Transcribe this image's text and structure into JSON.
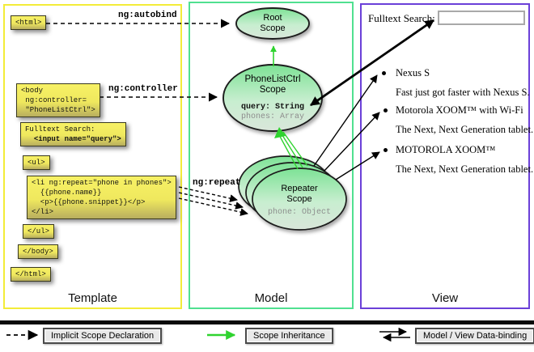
{
  "columns": {
    "template": "Template",
    "model": "Model",
    "view": "View"
  },
  "edges": {
    "autobind": "ng:autobind",
    "controller": "ng:controller",
    "repeat": "ng:repeat"
  },
  "code": {
    "html_open": "<html>",
    "body_open": "<body\n ng:controller=\n \"PhoneListCtrl\">",
    "fulltext_label": "Fulltext Search:",
    "fulltext_input": "<input name=\"query\">",
    "ul_open": "<ul>",
    "li_repeat": "<li ng:repeat=\"phone in phones\">\n  {{phone.name}}\n  <p>{{phone.snippet}}</p>\n</li>",
    "ul_close": "</ul>",
    "body_close": "</body>",
    "html_close": "</html>"
  },
  "scopes": {
    "root": {
      "title": "Root\nScope"
    },
    "phonelist": {
      "title": "PhoneListCtrl\nScope",
      "prop_query": "query: String",
      "prop_phones": "phones: Array"
    },
    "repeater": {
      "title": "Repeater\nScope",
      "prop_phone": "phone: Object"
    }
  },
  "view": {
    "search_label": "Fulltext Search:",
    "search_value": "",
    "items": [
      {
        "title": "Nexus S",
        "desc": "Fast just got faster with Nexus S."
      },
      {
        "title": "Motorola XOOM™ with Wi-Fi",
        "desc": "The Next, Next Generation tablet."
      },
      {
        "title": "MOTOROLA XOOM™",
        "desc": "The Next, Next Generation tablet."
      }
    ]
  },
  "legend": {
    "implicit": "Implicit Scope Declaration",
    "inheritance": "Scope Inheritance",
    "databinding": "Model / View Data-binding"
  },
  "colors": {
    "template_border": "#f3ec38",
    "model_border": "#50e090",
    "view_border": "#6b40d8",
    "green_arrow": "#2fd32f",
    "scope_fill_top": "#7de295",
    "code_box_yellow": "#f2ec5c"
  }
}
